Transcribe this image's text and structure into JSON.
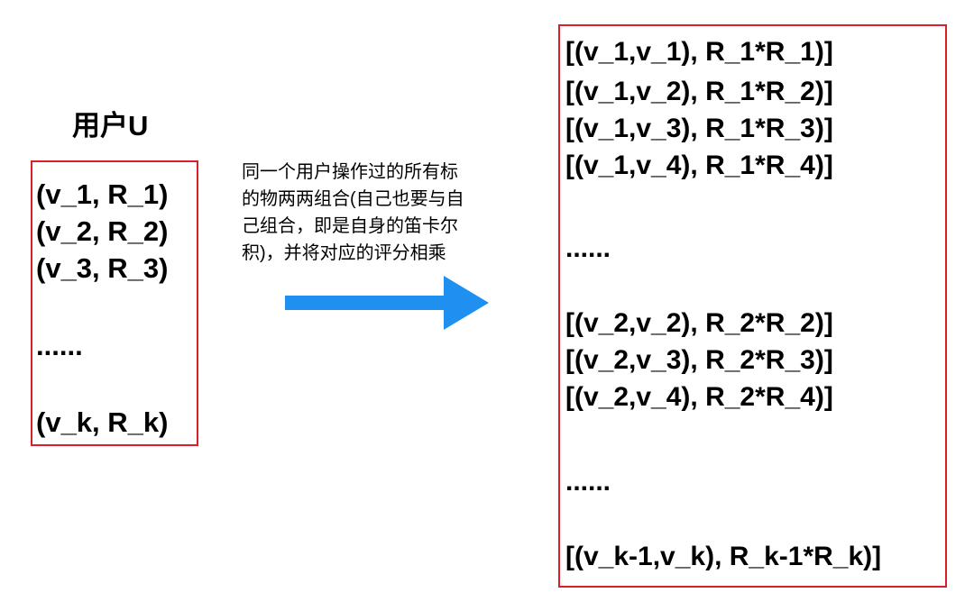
{
  "user": {
    "title": "用户U",
    "items": [
      "(v_1, R_1)",
      "(v_2, R_2)",
      "(v_3, R_3)",
      "......",
      "(v_k, R_k)"
    ]
  },
  "description": {
    "lines": [
      "同一个用户操作过的所有标",
      "的物两两组合(自己也要与自",
      "己组合，即是自身的笛卡尔",
      "积)，并将对应的评分相乘"
    ]
  },
  "pairs": {
    "items": [
      "[(v_1,v_1), R_1*R_1)]",
      "[(v_1,v_2), R_1*R_2)]",
      "[(v_1,v_3), R_1*R_3)]",
      "[(v_1,v_4), R_1*R_4)]",
      "......",
      "[(v_2,v_2), R_2*R_2)]",
      "[(v_2,v_3), R_2*R_3)]",
      "[(v_2,v_4), R_2*R_4)]",
      "......",
      "[(v_k-1,v_k), R_k-1*R_k)]"
    ]
  },
  "colors": {
    "box_border": "#d9202a",
    "arrow": "#1f8ff0"
  }
}
